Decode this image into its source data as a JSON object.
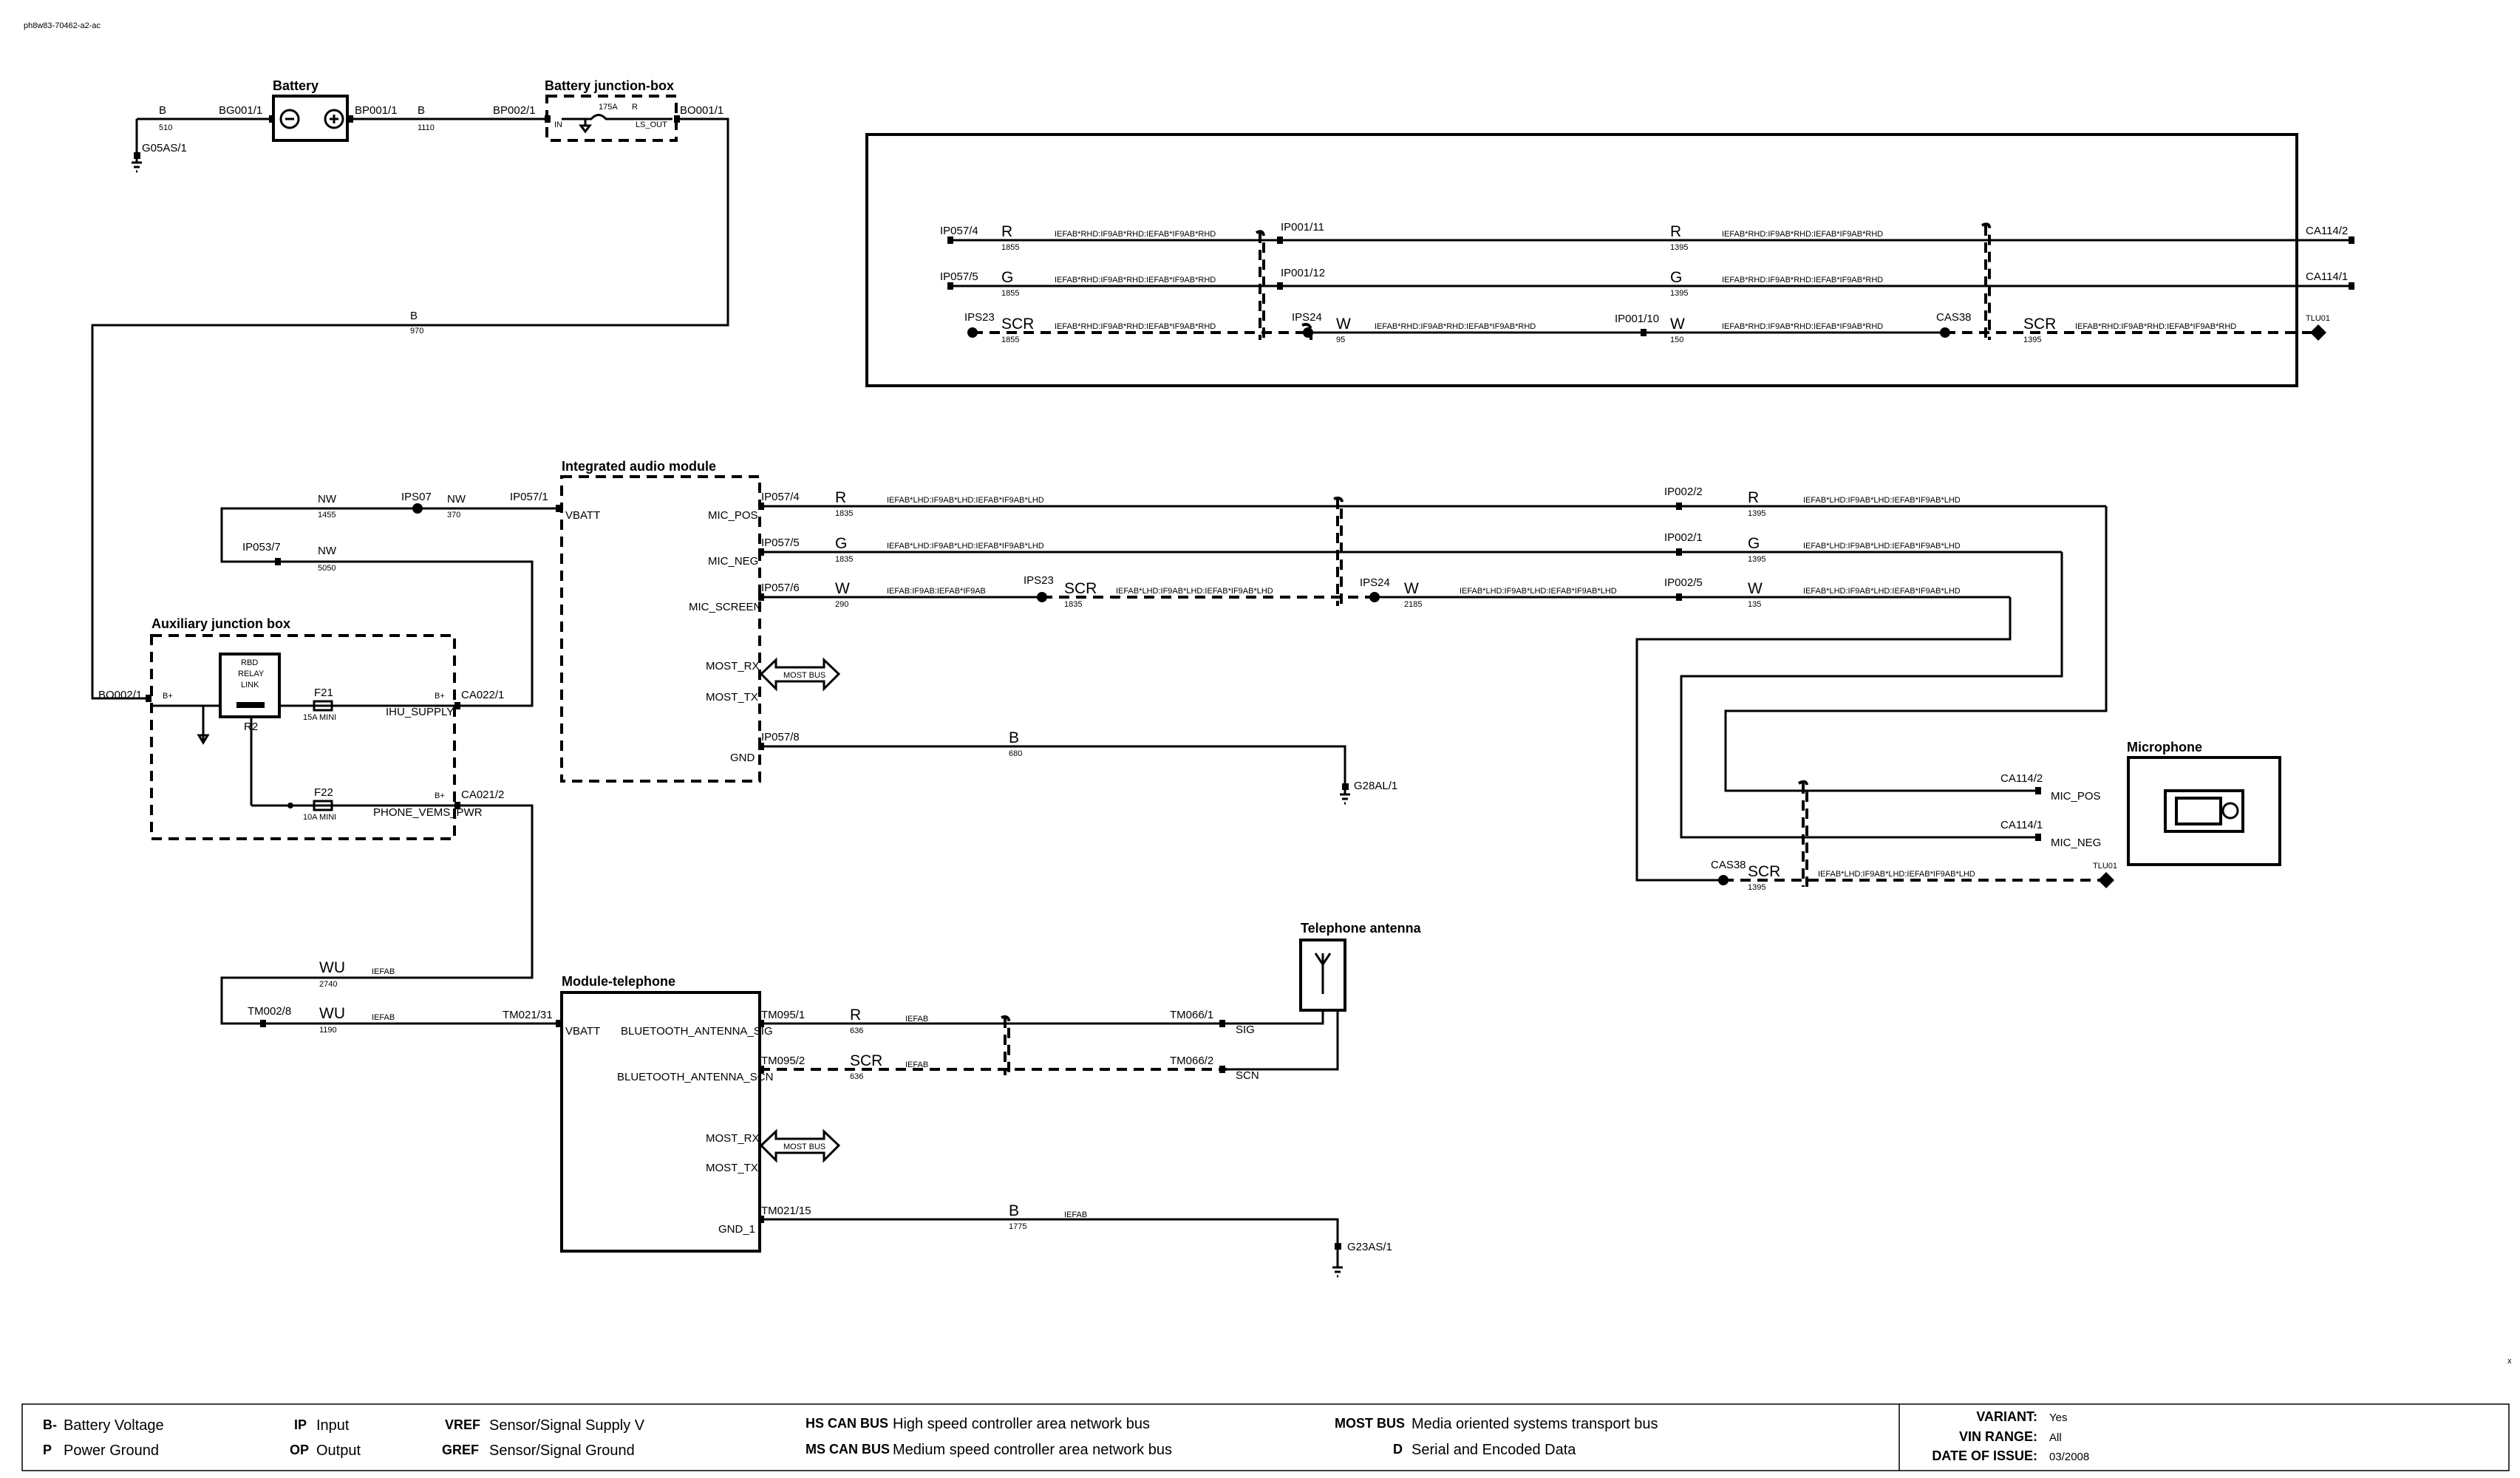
{
  "doc_id": "ph8w83-70462-a2-ac",
  "components": {
    "battery": "Battery",
    "battery_jb": "Battery junction-box",
    "aux_jb": "Auxiliary junction box",
    "iam": "Integrated audio module",
    "microphone": "Microphone",
    "tel_antenna": "Telephone antenna",
    "mod_tel": "Module-telephone"
  },
  "battery": {
    "wire_c": "B",
    "wire_n": "510",
    "bg": "BG001/1",
    "bp": "BP001/1",
    "gnd": "G05AS/1"
  },
  "bjb": {
    "wire_c": "B",
    "wire_n": "1110",
    "in_conn": "BP002/1",
    "out_conn": "BO001/1",
    "fuse": "175A",
    "pin_in": "IN",
    "pin_r": "R",
    "pin_out": "LS_OUT"
  },
  "feed": {
    "wire_c": "B",
    "wire_n": "970"
  },
  "ajb": {
    "bo": "BO002/1",
    "bplus": "B+",
    "relay": [
      "RBD",
      "RELAY",
      "LINK"
    ],
    "relay_ref": "R2",
    "f21": "F21",
    "f21_rating": "15A MINI",
    "ihu": "IHU_SUPPLY",
    "ca022": "CA022/1",
    "bplus2": "B+",
    "f22": "F22",
    "f22_rating": "10A MINI",
    "phone": "PHONE_VEMS_PWR",
    "ca021": "CA021/2",
    "bplus3": "B+"
  },
  "nw": {
    "c1": "NW",
    "n1": "1455",
    "ips07": "IPS07",
    "c2": "NW",
    "n2": "370",
    "ip057": "IP057/1",
    "ip053": "IP053/7",
    "c3": "NW",
    "n3": "5050"
  },
  "iam": {
    "vbatt": "VBATT",
    "mic_pos": "MIC_POS",
    "mic_neg": "MIC_NEG",
    "mic_screen": "MIC_SCREEN",
    "most_rx": "MOST_RX",
    "most_tx": "MOST_TX",
    "most_bus": "MOST BUS",
    "gnd": "GND",
    "r": {
      "conn": "IP057/4",
      "c": "R",
      "n": "1835",
      "code": "IEFAB*LHD:IF9AB*LHD:IEFAB*IF9AB*LHD"
    },
    "g": {
      "conn": "IP057/5",
      "c": "G",
      "n": "1835",
      "code": "IEFAB*LHD:IF9AB*LHD:IEFAB*IF9AB*LHD"
    },
    "w": {
      "conn": "IP057/6",
      "c": "W",
      "n": "290",
      "code": "IEFAB:IF9AB:IEFAB*IF9AB",
      "ips": "IPS23",
      "scr": "SCR",
      "scr_n": "1835",
      "scr_code": "IEFAB*LHD:IF9AB*LHD:IEFAB*IF9AB*LHD",
      "ips24": "IPS24",
      "w2": "W",
      "w2_n": "2185",
      "w2_code": "IEFAB*LHD:IF9AB*LHD:IEFAB*IF9AB*LHD"
    },
    "b": {
      "conn": "IP057/8",
      "c": "B",
      "n": "680",
      "gnd": "G28AL/1"
    }
  },
  "lhd": {
    "r": {
      "conn": "IP002/2",
      "c": "R",
      "n": "1395",
      "code": "IEFAB*LHD:IF9AB*LHD:IEFAB*IF9AB*LHD"
    },
    "g": {
      "conn": "IP002/1",
      "c": "G",
      "n": "1395",
      "code": "IEFAB*LHD:IF9AB*LHD:IEFAB*IF9AB*LHD"
    },
    "w": {
      "conn": "IP002/5",
      "c": "W",
      "n": "135",
      "code": "IEFAB*LHD:IF9AB*LHD:IEFAB*IF9AB*LHD"
    }
  },
  "mic": {
    "ca1142": "CA114/2",
    "ca1141": "CA114/1",
    "pos": "MIC_POS",
    "neg": "MIC_NEG",
    "cas38": "CAS38",
    "scr": "SCR",
    "scr_n": "1395",
    "scr_code": "IEFAB*LHD:IF9AB*LHD:IEFAB*IF9AB*LHD",
    "tlu": "TLU01"
  },
  "rhd": {
    "r1": {
      "conn": "IP057/4",
      "c": "R",
      "n": "1855",
      "code": "IEFAB*RHD:IF9AB*RHD:IEFAB*IF9AB*RHD"
    },
    "g1": {
      "conn": "IP057/5",
      "c": "G",
      "n": "1855",
      "code": "IEFAB*RHD:IF9AB*RHD:IEFAB*IF9AB*RHD"
    },
    "s1": {
      "conn": "IPS23",
      "c": "SCR",
      "n": "1855",
      "code": "IEFAB*RHD:IF9AB*RHD:IEFAB*IF9AB*RHD"
    },
    "ip11": "IP001/11",
    "ip12": "IP001/12",
    "ips24": "IPS24",
    "w": {
      "c": "W",
      "n": "95",
      "code": "IEFAB*RHD:IF9AB*RHD:IEFAB*IF9AB*RHD"
    },
    "ip10": "IP001/10",
    "r2": {
      "c": "R",
      "n": "1395",
      "code": "IEFAB*RHD:IF9AB*RHD:IEFAB*IF9AB*RHD",
      "end": "CA114/2"
    },
    "g2": {
      "c": "G",
      "n": "1395",
      "code": "IEFAB*RHD:IF9AB*RHD:IEFAB*IF9AB*RHD",
      "end": "CA114/1"
    },
    "w2": {
      "c": "W",
      "n": "150",
      "code": "IEFAB*RHD:IF9AB*RHD:IEFAB*IF9AB*RHD"
    },
    "cas38": "CAS38",
    "s2": {
      "c": "SCR",
      "n": "1395",
      "code": "IEFAB*RHD:IF9AB*RHD:IEFAB*IF9AB*RHD",
      "end": "TLU01"
    }
  },
  "wu": {
    "c1": "WU",
    "n1": "2740",
    "code1": "IEFAB",
    "c2": "WU",
    "n2": "1190",
    "code2": "IEFAB",
    "tm0028": "TM002/8",
    "tm02131": "TM021/31"
  },
  "tel": {
    "vbatt": "VBATT",
    "bt_sig": "BLUETOOTH_ANTENNA_SIG",
    "bt_scn": "BLUETOOTH_ANTENNA_SCN",
    "most_rx": "MOST_RX",
    "most_tx": "MOST_TX",
    "most_bus": "MOST BUS",
    "gnd": "GND_1",
    "r": {
      "conn": "TM095/1",
      "c": "R",
      "n": "636",
      "code": "IEFAB",
      "end": "TM066/1",
      "pin": "SIG"
    },
    "scr": {
      "conn": "TM095/2",
      "c": "SCR",
      "n": "636",
      "code": "IEFAB",
      "end": "TM066/2",
      "pin": "SCN"
    },
    "b": {
      "conn": "TM021/15",
      "c": "B",
      "n": "1775",
      "code": "IEFAB",
      "gnd": "G23AS/1"
    }
  },
  "legend": {
    "b_minus": "B-",
    "b_minus_t": "Battery Voltage",
    "p": "P",
    "p_t": "Power Ground",
    "ip": "IP",
    "ip_t": "Input",
    "op": "OP",
    "op_t": "Output",
    "vref": "VREF",
    "vref_t": "Sensor/Signal Supply V",
    "gref": "GREF",
    "gref_t": "Sensor/Signal Ground",
    "hs": "HS CAN BUS",
    "hs_t": "High speed controller area network bus",
    "ms": "MS CAN BUS",
    "ms_t": "Medium speed controller area network bus",
    "most": "MOST BUS",
    "most_t": "Media oriented systems transport bus",
    "d": "D",
    "d_t": "Serial and Encoded Data",
    "variant_l": "VARIANT:",
    "variant_v": "Yes",
    "vin_l": "VIN RANGE:",
    "vin_v": "All",
    "date_l": "DATE OF ISSUE:",
    "date_v": "03/2008",
    "corner": "x"
  }
}
